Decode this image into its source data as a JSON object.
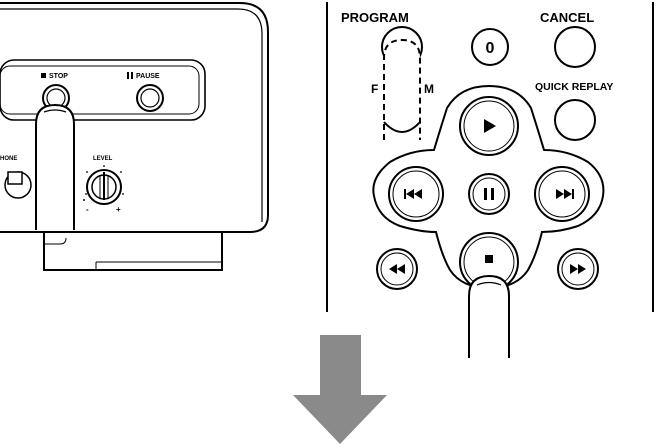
{
  "device": {
    "stop_label": "STOP",
    "pause_label": "PAUSE",
    "phone_label": "HONE",
    "level_label": "LEVEL",
    "level_min": "-",
    "level_max": "+"
  },
  "remote": {
    "program_label": "PROGRAM",
    "cancel_label": "CANCEL",
    "zero_label": "0",
    "quick_replay_label": "QUICK REPLAY",
    "hidden_label_left": "F",
    "hidden_label_right": "M"
  },
  "colors": {
    "arrow": "#8a8a8a",
    "line": "#000000",
    "background": "#ffffff"
  },
  "icons": [
    "play-icon",
    "pause-icon",
    "stop-icon",
    "skip-back-icon",
    "skip-forward-icon",
    "rewind-icon",
    "fast-forward-icon",
    "finger-press-icon",
    "down-arrow-icon"
  ]
}
